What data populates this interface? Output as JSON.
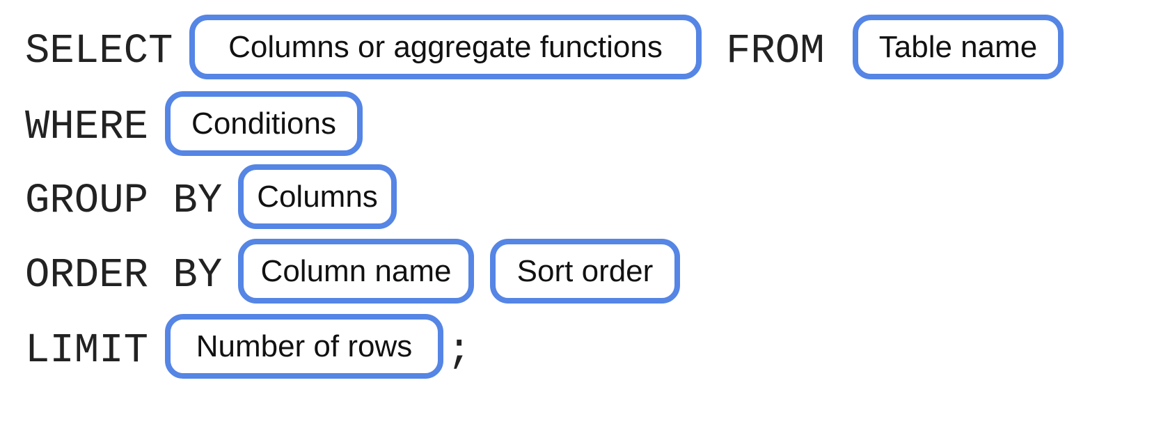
{
  "clauses": {
    "select": {
      "keyword": "SELECT",
      "slot": "Columns or aggregate functions"
    },
    "from": {
      "keyword": "FROM",
      "slot": "Table name"
    },
    "where": {
      "keyword": "WHERE",
      "slot": "Conditions"
    },
    "group_by": {
      "keyword": "GROUP BY",
      "slot": "Columns"
    },
    "order_by": {
      "keyword": "ORDER BY",
      "slot": "Column name",
      "slot2": "Sort order"
    },
    "limit": {
      "keyword": "LIMIT",
      "slot": "Number of rows"
    }
  },
  "terminator": ";",
  "colors": {
    "slot_border": "#5585e5",
    "keyword_text": "#222222",
    "slot_text": "#111111"
  }
}
